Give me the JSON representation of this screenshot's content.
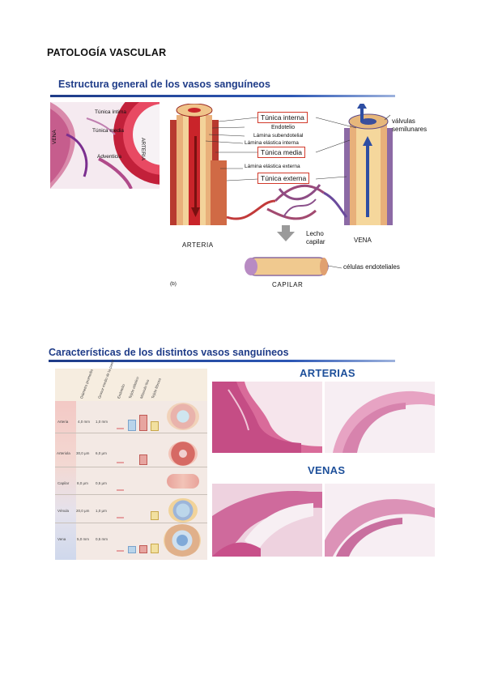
{
  "document": {
    "title": "PATOLOGÍA VASCULAR"
  },
  "section1": {
    "title": "Estructura general de los vasos sanguíneos",
    "micro_labels": {
      "tunica_intima": "Túnica íntima",
      "tunica_media": "Túnica media",
      "adventicia": "Adventicia",
      "vena": "VENA",
      "arteria": "ARTERIA"
    },
    "diagram_labels": {
      "tunica_interna": "Túnica interna",
      "endotelio": "Endotelio",
      "lamina_subendotelial": "Lámina subendotelial",
      "lamina_elastica_interna": "Lámina elástica interna",
      "tunica_media": "Túnica media",
      "lamina_elastica_externa": "Lámina elástica externa",
      "tunica_externa": "Túnica externa",
      "valvulas": "válvulas",
      "semilunares": "semilunares",
      "arteria": "ARTERIA",
      "lecho": "Lecho",
      "capilar": "capilar",
      "vena": "VENA",
      "celulas_endoteliales": "células endoteliales",
      "capilar_caps": "CAPILAR",
      "fig_tag": "(b)"
    }
  },
  "section2": {
    "title": "Características de los distintos vasos sanguíneos",
    "table": {
      "columns": [
        "Diámetro promedio",
        "Grosor medio de la pared",
        "Endotelio",
        "Tejido elástico",
        "Músculo liso",
        "Tejido fibroso"
      ],
      "rows": [
        {
          "name": "Arteria",
          "diameter": "4,0 mm",
          "wall": "1,0 mm"
        },
        {
          "name": "Arteriola",
          "diameter": "30,0 μm",
          "wall": "6,0 μm"
        },
        {
          "name": "Capilar",
          "diameter": "8,0 μm",
          "wall": "0,5 μm"
        },
        {
          "name": "Vénula",
          "diameter": "20,0 μm",
          "wall": "1,0 μm"
        },
        {
          "name": "Vena",
          "diameter": "5,0 mm",
          "wall": "0,5 mm"
        }
      ]
    },
    "arterias_heading": "ARTERIAS",
    "venas_heading": "VENAS"
  },
  "colors": {
    "accent": "#1f3c88",
    "heading_blue": "#1d4f9a",
    "box_red": "#d23a2b"
  }
}
